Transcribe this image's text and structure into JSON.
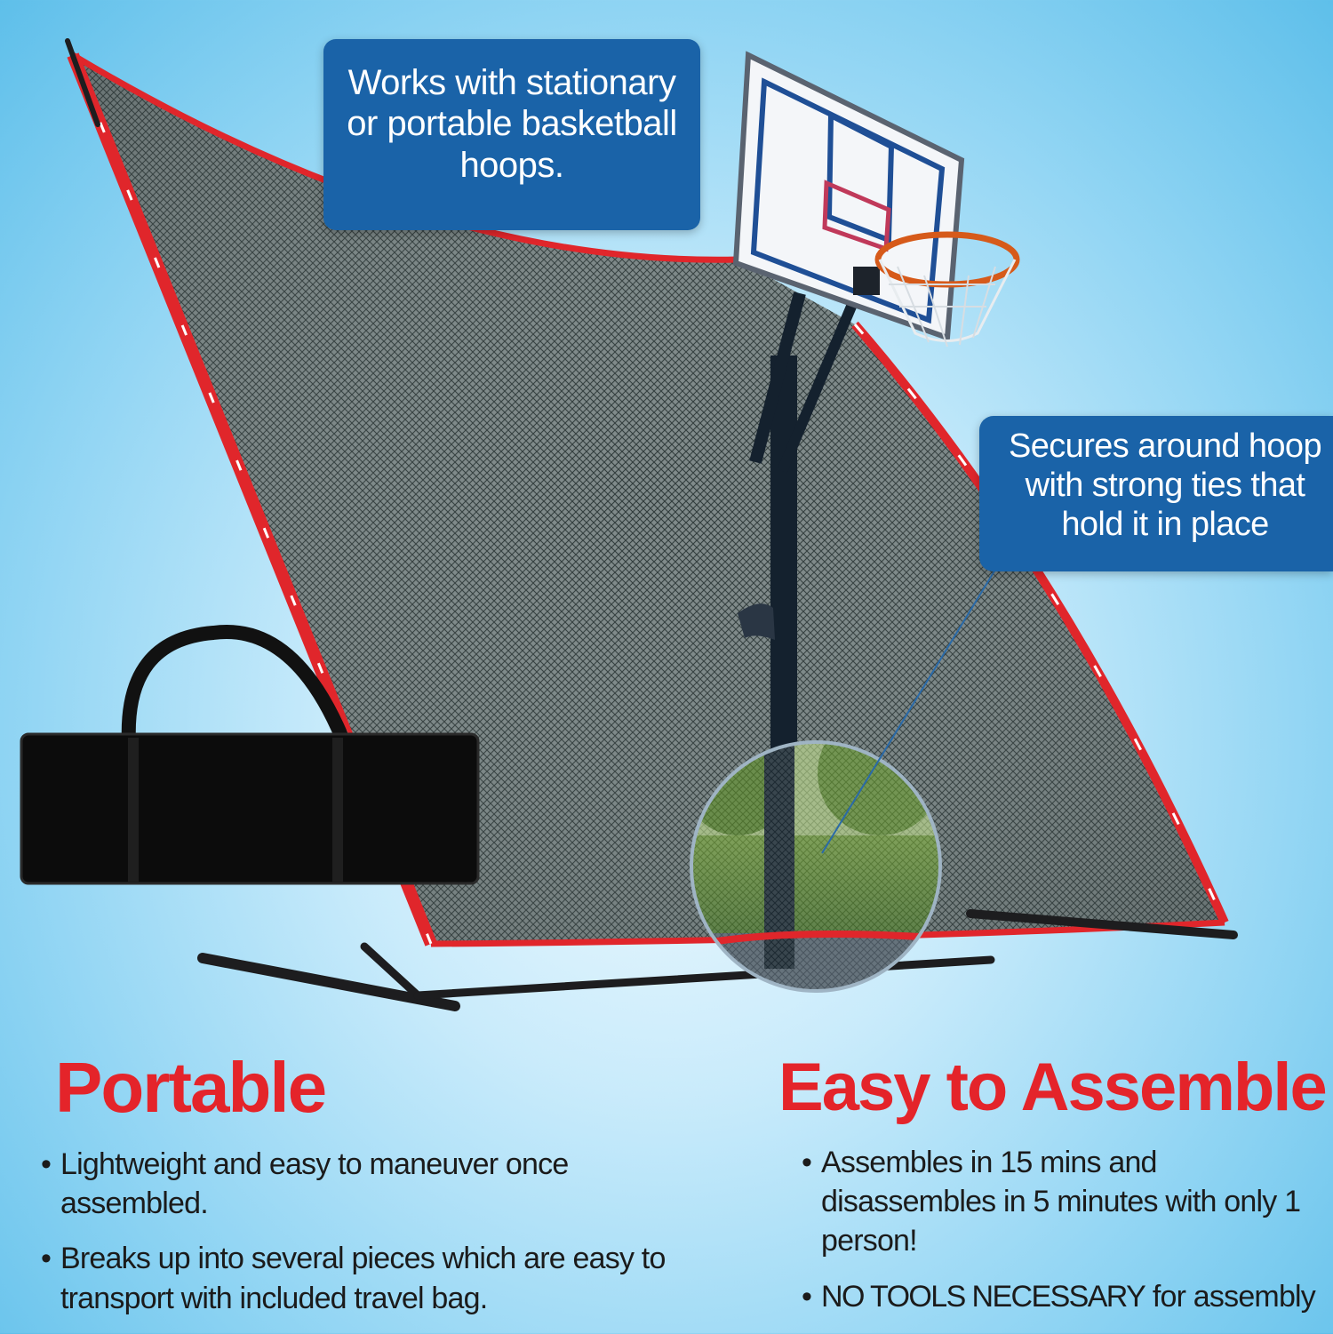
{
  "callouts": {
    "top": [
      "Works with stationary",
      "or portable basketball",
      "hoops."
    ],
    "right": [
      "Secures around hoop",
      "with strong ties that",
      "hold it in place"
    ]
  },
  "portable": {
    "heading": "Portable",
    "bullets": [
      "Lightweight and easy to maneuver once assembled.",
      "Breaks up into several pieces which are easy to transport with included travel bag."
    ]
  },
  "assemble": {
    "heading": "Easy to Assemble",
    "bullet1": "Assembles in 15 mins and disassembles in 5 minutes with only 1 person!",
    "bullet2_emphasis": "NO TOOLS NECESSARY",
    "bullet2_rest": " for assembly"
  },
  "colors": {
    "callout_bg": "#1a63a8",
    "heading_red": "#e4242a",
    "net_frame_red": "#e0262b"
  }
}
